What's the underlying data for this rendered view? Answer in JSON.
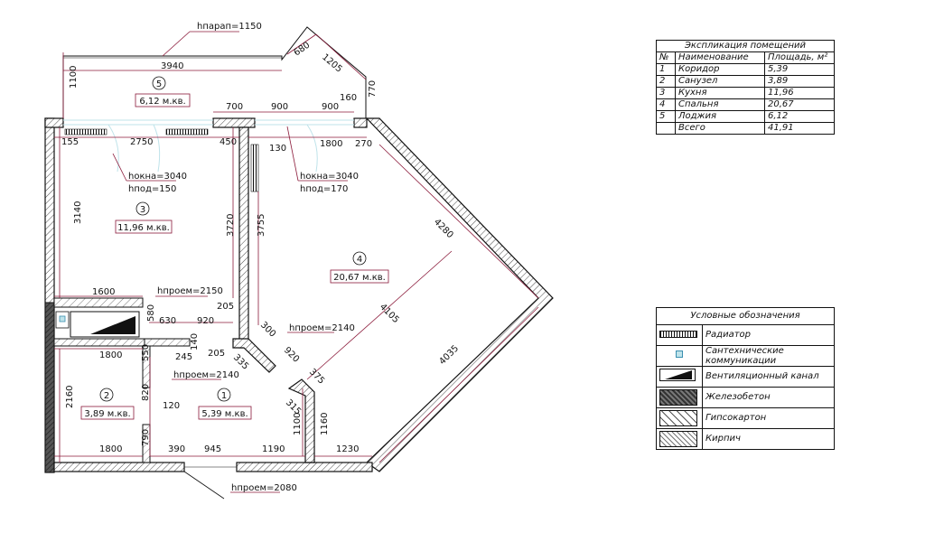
{
  "explication": {
    "title": "Экспликация помещений",
    "headers": [
      "№",
      "Наименование",
      "Площадь, м²"
    ],
    "rows": [
      {
        "num": "1",
        "name": "Коридор",
        "area": "5,39"
      },
      {
        "num": "2",
        "name": "Санузел",
        "area": "3,89"
      },
      {
        "num": "3",
        "name": "Кухня",
        "area": "11,96"
      },
      {
        "num": "4",
        "name": "Спальня",
        "area": "20,67"
      },
      {
        "num": "5",
        "name": "Лоджия",
        "area": "6,12"
      },
      {
        "num": "",
        "name": "Всего",
        "area": "41,91"
      }
    ]
  },
  "legend": {
    "title": "Условные обозначения",
    "items": [
      {
        "symbol": "radiator",
        "label": "Радиатор"
      },
      {
        "symbol": "plumbing",
        "label": "Сантехнические коммуникации"
      },
      {
        "symbol": "vent",
        "label": "Вентиляционный канал"
      },
      {
        "symbol": "concrete",
        "label": "Железобетон"
      },
      {
        "symbol": "drywall",
        "label": "Гипсокартон"
      },
      {
        "symbol": "brick",
        "label": "Кирпич"
      }
    ]
  },
  "rooms": [
    {
      "num": "5",
      "area": "6,12 м.кв."
    },
    {
      "num": "3",
      "area": "11,96 м.кв."
    },
    {
      "num": "4",
      "area": "20,67 м.кв."
    },
    {
      "num": "2",
      "area": "3,89 м.кв."
    },
    {
      "num": "1",
      "area": "5,39 м.кв."
    }
  ],
  "heights": {
    "parapet": "hпарап=1150",
    "window1_top": "hокна=3040",
    "window1_bottom": "hпод=150",
    "window2_top": "hокна=3040",
    "window2_bottom": "hпод=170",
    "opening_kitchen": "hпроем=2150",
    "opening_bedroom": "hпроем=2140",
    "opening_bath": "hпроем=2140",
    "opening_entry": "hпроем=2080"
  },
  "dims": {
    "loggia_len": "3940",
    "loggia_h": "1100",
    "loggia_a": "680",
    "loggia_b": "1205",
    "loggia_c": "770",
    "d700": "700",
    "d900a": "900",
    "d900b": "900",
    "d160": "160",
    "d155": "155",
    "d2750": "2750",
    "d450": "450",
    "d130": "130",
    "d1800a": "1800",
    "d270": "270",
    "d3140": "3140",
    "d3720": "3720",
    "d3755": "3755",
    "d4280": "4280",
    "d1600": "1600",
    "d580": "580",
    "d205a": "205",
    "d630": "630",
    "d920a": "920",
    "d300": "300",
    "d4105": "4105",
    "d140": "140",
    "d1800b": "1800",
    "d245": "245",
    "d205b": "205",
    "d335": "335",
    "d920b": "920",
    "d375": "375",
    "d4035": "4035",
    "d550": "550",
    "d820": "820",
    "d120": "120",
    "d2160": "2160",
    "d315": "315",
    "d1100": "1100",
    "d1160": "1160",
    "d790": "790",
    "d1800c": "1800",
    "d390": "390",
    "d945": "945",
    "d1190": "1190",
    "d1230": "1230"
  }
}
